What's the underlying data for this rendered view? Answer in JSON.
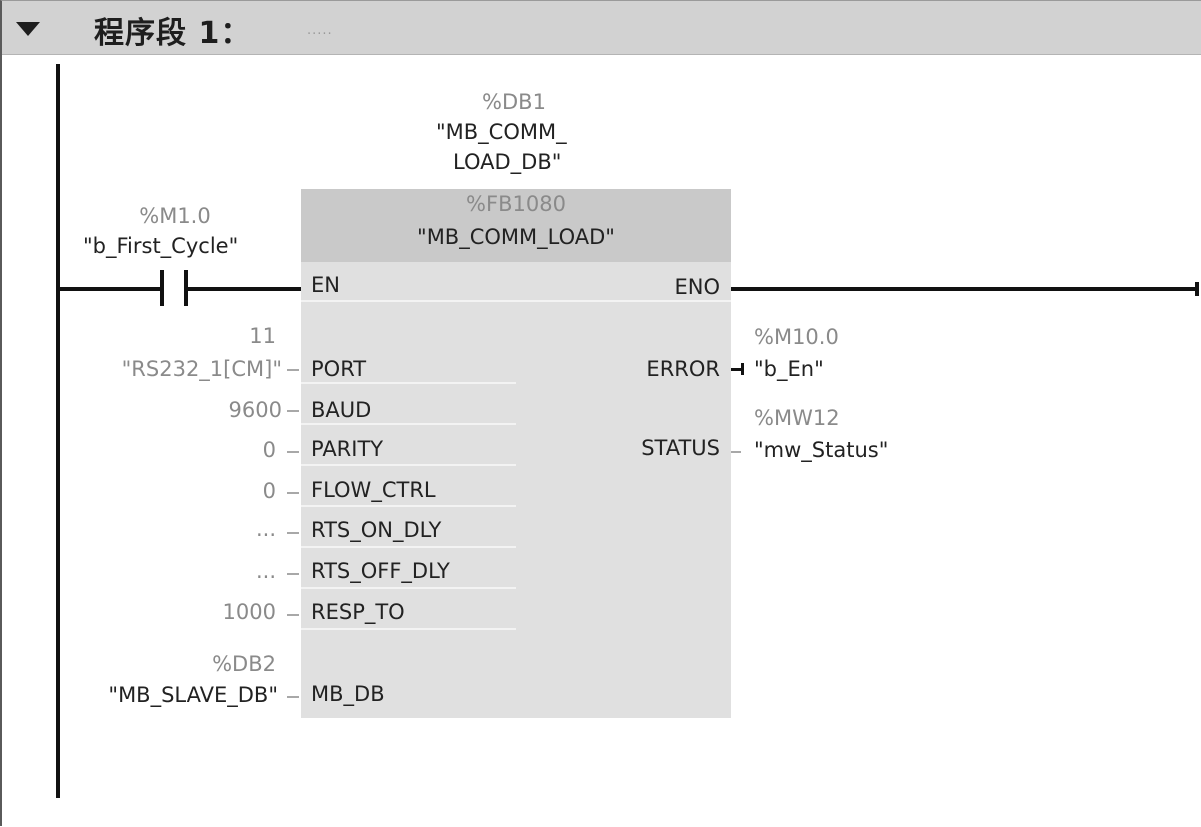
{
  "network": {
    "title": "程序段 1：",
    "comment": "....."
  },
  "contact": {
    "address": "%M1.0",
    "tag": "\"b_First_Cycle\""
  },
  "instance_db": {
    "address": "%DB1",
    "name_line1": "\"MB_COMM_",
    "name_line2": "LOAD_DB\""
  },
  "block": {
    "address": "%FB1080",
    "name": "\"MB_COMM_LOAD\"",
    "en": "EN",
    "eno": "ENO"
  },
  "inputs": {
    "port": {
      "pin": "PORT",
      "value_addr": "11",
      "value": "\"RS232_1[CM]\""
    },
    "baud": {
      "pin": "BAUD",
      "value": "9600"
    },
    "parity": {
      "pin": "PARITY",
      "value": "0"
    },
    "flow_ctrl": {
      "pin": "FLOW_CTRL",
      "value": "0"
    },
    "rts_on_dly": {
      "pin": "RTS_ON_DLY",
      "value": "..."
    },
    "rts_off_dly": {
      "pin": "RTS_OFF_DLY",
      "value": "..."
    },
    "resp_to": {
      "pin": "RESP_TO",
      "value": "1000"
    },
    "mb_db": {
      "pin": "MB_DB",
      "value_addr": "%DB2",
      "value": "\"MB_SLAVE_DB\""
    }
  },
  "outputs": {
    "error": {
      "pin": "ERROR",
      "value_addr": "%M10.0",
      "value": "\"b_En\""
    },
    "status": {
      "pin": "STATUS",
      "value_addr": "%MW12",
      "value": "\"mw_Status\""
    }
  },
  "colors": {
    "header": "#d2d2d2",
    "block_body": "#e0e0e0",
    "block_head": "#c9c9c9",
    "address_text": "#8a8a8a",
    "wire": "#111111"
  }
}
